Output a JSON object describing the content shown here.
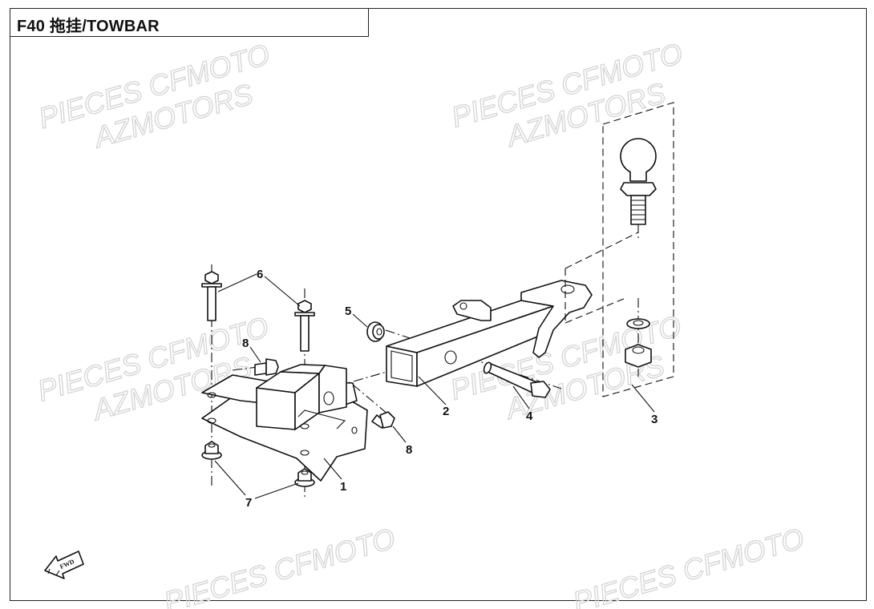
{
  "header": {
    "title": "F40 拖挂/TOWBAR"
  },
  "watermark": {
    "line1": "PIECES CFMOTO",
    "line2": "AZMOTORS"
  },
  "callouts": {
    "c1": "1",
    "c2": "2",
    "c3": "3",
    "c4": "4",
    "c5": "5",
    "c6": "6",
    "c7": "7",
    "c8a": "8",
    "c8b": "8"
  },
  "fwd_label": "FWD",
  "colors": {
    "line": "#111111",
    "watermark": "#d4d4d4",
    "background": "#ffffff"
  }
}
